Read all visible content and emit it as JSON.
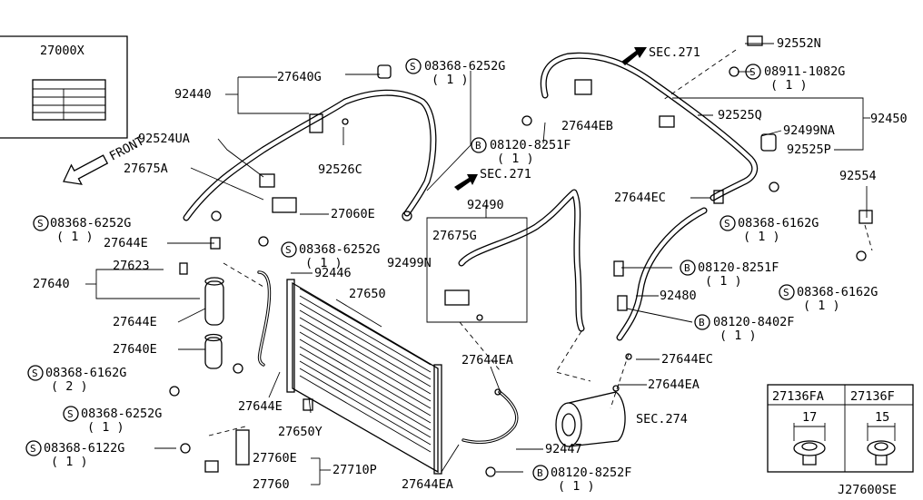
{
  "diagram_code": "J27600SE",
  "front_label": "FRONT",
  "inset_part": "27000X",
  "callouts": {
    "p92440": "92440",
    "p27640G": "27640G",
    "p08368_6252G_top": "08368-6252G",
    "p08368_6252G_top_qty": "( 1 )",
    "sec271_top": "SEC.271",
    "p92552N": "92552N",
    "p08911_1082G": "08911-1082G",
    "p08911_1082G_qty": "( 1 )",
    "p27644EB": "27644EB",
    "p92525Q": "92525Q",
    "p92450": "92450",
    "p92499NA": "92499NA",
    "p92525P": "92525P",
    "p92524UA": "92524UA",
    "p92526C": "92526C",
    "p08120_8251F_top": "08120-8251F",
    "p08120_8251F_top_qty": "( 1 )",
    "sec271_mid": "SEC.271",
    "p27675A": "27675A",
    "p27060E": "27060E",
    "p92554": "92554",
    "p27644EC_top": "27644EC",
    "p08368_6252G_left": "08368-6252G",
    "p08368_6252G_left_qty": "( 1 )",
    "p92490": "92490",
    "p08368_6162G_right": "08368-6162G",
    "p08368_6162G_right_qty": "( 1 )",
    "p27644E_a": "27644E",
    "p27675G": "27675G",
    "p08368_6252G_mid": "08368-6252G",
    "p08368_6252G_mid_qty": "( 1 )",
    "p27623": "27623",
    "p92499N": "92499N",
    "p08120_8251F_mid": "08120-8251F",
    "p08120_8251F_mid_qty": "( 1 )",
    "p92446": "92446",
    "p27640": "27640",
    "p27650": "27650",
    "p08368_6162G_far": "08368-6162G",
    "p08368_6162G_far_qty": "( 1 )",
    "p92480": "92480",
    "p27644E_b": "27644E",
    "p08120_8402F": "08120-8402F",
    "p08120_8402F_qty": "( 1 )",
    "p27640E": "27640E",
    "p27644EC_bot": "27644EC",
    "p27644EA_a": "27644EA",
    "p08368_6162G_left": "08368-6162G",
    "p08368_6162G_left_qty": "( 2 )",
    "p27644EA_b": "27644EA",
    "p08368_6252G_low": "08368-6252G",
    "p08368_6252G_low_qty": "( 1 )",
    "p27644E_c": "27644E",
    "sec274": "SEC.274",
    "p27650Y": "27650Y",
    "p08368_6122G": "08368-6122G",
    "p08368_6122G_qty": "( 1 )",
    "p27760E": "27760E",
    "p27710P": "27710P",
    "p92447": "92447",
    "p27760": "27760",
    "p27644EA_c": "27644EA",
    "p08120_8252F": "08120-8252F",
    "p08120_8252F_qty": "( 1 )",
    "clip_a_part": "27136FA",
    "clip_a_dim": "17",
    "clip_b_part": "27136F",
    "clip_b_dim": "15"
  },
  "bolt_prefix_s": "S",
  "bolt_prefix_b": "B"
}
